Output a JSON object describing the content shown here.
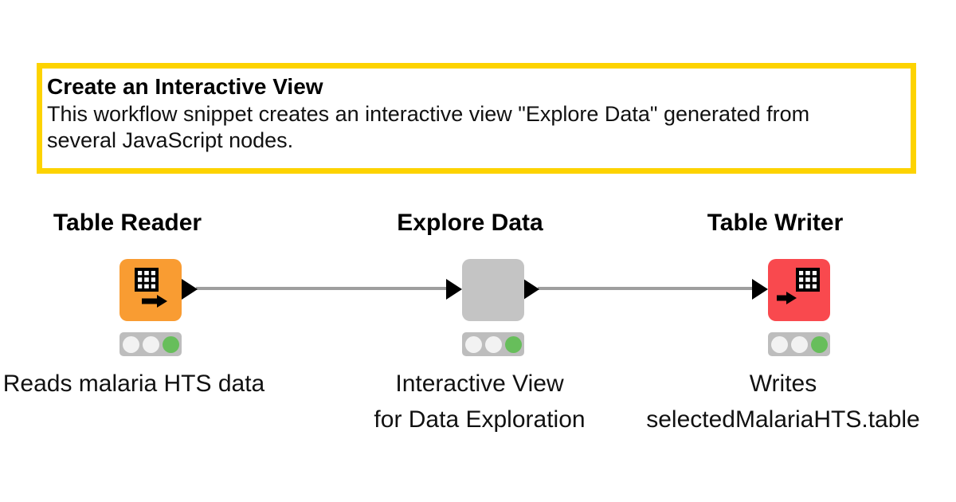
{
  "annotation": {
    "title": "Create an Interactive View",
    "lines": [
      "This workflow snippet creates an interactive view \"Explore Data\" generated from",
      "several JavaScript nodes."
    ],
    "border_color": "#FDD301"
  },
  "nodes": [
    {
      "name": "table-reader",
      "title": "Table Reader",
      "caption_lines": [
        "Reads malaria HTS data"
      ],
      "body_color": "#F99C32",
      "icon": "table-grid-with-arrow-out-icon",
      "status": "executed",
      "traffic_light": [
        "off",
        "off",
        "green"
      ]
    },
    {
      "name": "explore-data",
      "title": "Explore Data",
      "caption_lines": [
        "Interactive View",
        "for Data Exploration"
      ],
      "body_color": "#C4C4C4",
      "icon": "none",
      "status": "executed",
      "traffic_light": [
        "off",
        "off",
        "green"
      ]
    },
    {
      "name": "table-writer",
      "title": "Table Writer",
      "caption_lines": [
        "Writes",
        "selectedMalariaHTS.table"
      ],
      "body_color": "#F9494E",
      "icon": "table-grid-with-arrow-in-icon",
      "status": "executed",
      "traffic_light": [
        "off",
        "off",
        "green"
      ]
    }
  ],
  "colors": {
    "connector": "#9E9E9E",
    "port": "#000000",
    "traffic_housing": "#BDBDBD",
    "traffic_off": "#F2F2F2",
    "traffic_green": "#67BE5B",
    "annotation_border": "#FDD301"
  }
}
